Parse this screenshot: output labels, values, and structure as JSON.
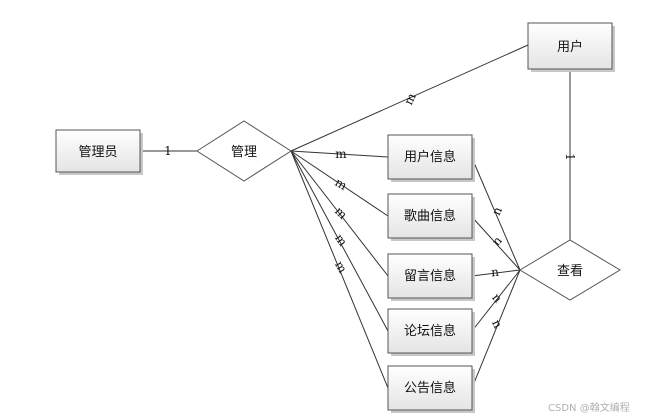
{
  "entities": {
    "admin": "管理员",
    "user": "用户",
    "user_info": "用户信息",
    "song_info": "歌曲信息",
    "message_info": "留言信息",
    "forum_info": "论坛信息",
    "notice_info": "公告信息"
  },
  "relationships": {
    "manage": "管理",
    "view": "查看"
  },
  "cardinalities": {
    "admin_manage": "1",
    "manage_user": "m",
    "manage_user_info": "m",
    "manage_song_info": "m",
    "manage_message_info": "m",
    "manage_forum_info": "m",
    "manage_notice_info": "m",
    "user_view": "1",
    "view_user_info": "n",
    "view_song_info": "n",
    "view_message_info": "n",
    "view_forum_info": "n",
    "view_notice_info": "n"
  },
  "watermark": "CSDN @翰文编程"
}
